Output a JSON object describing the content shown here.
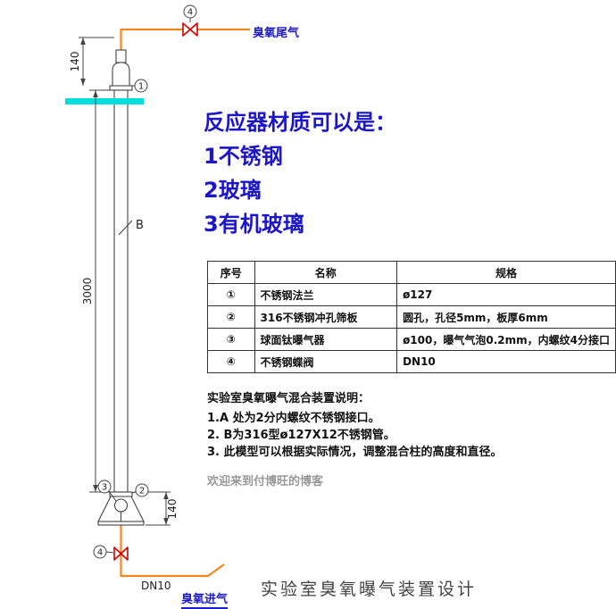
{
  "colors": {
    "pipe_orange": "#f5861f",
    "valve_red": "#d40000",
    "label_blue": "#1c1cc8",
    "highlight_cyan": "#00dede",
    "drawing_line": "#444444",
    "watermark_gray": "#999999",
    "caption_gray": "#434343"
  },
  "drawing": {
    "dim_top": "140",
    "dim_main": "3000",
    "dim_bottom": "140",
    "label_b": "B",
    "pipe_size": "DN10",
    "top_pipe_label": "臭氧尾气",
    "bottom_pipe_label": "臭氧进气",
    "markers": {
      "flange": "1",
      "valve_top": "4",
      "aerator": "3",
      "sieve": "2",
      "valve_bottom": "4"
    }
  },
  "materials_note": {
    "title": "反应器材质可以是：",
    "items": [
      "1不锈钢",
      "2玻璃",
      "3有机玻璃"
    ]
  },
  "table": {
    "headers": [
      "序号",
      "名称",
      "规格"
    ],
    "rows": [
      [
        "①",
        "不锈钢法兰",
        "ø127"
      ],
      [
        "②",
        "316不锈钢冲孔筛板",
        "圆孔，孔径5mm，板厚6mm"
      ],
      [
        "③",
        "球面钛曝气器",
        "ø100，曝气气泡0.2mm，内螺纹4分接口"
      ],
      [
        "④",
        "不锈钢蝶阀",
        "DN10"
      ]
    ]
  },
  "notes": {
    "title": "实验室臭氧曝气混合装置说明：",
    "items": [
      "1.A 处为2分内螺纹不锈钢接口。",
      "2. B为316型ø127X12不锈钢管。",
      "3. 此模型可以根据实际情况，调整混合柱的高度和直径。"
    ]
  },
  "watermark": "欢迎来到付博旺的博客",
  "caption": "实验室臭氧曝气装置设计"
}
